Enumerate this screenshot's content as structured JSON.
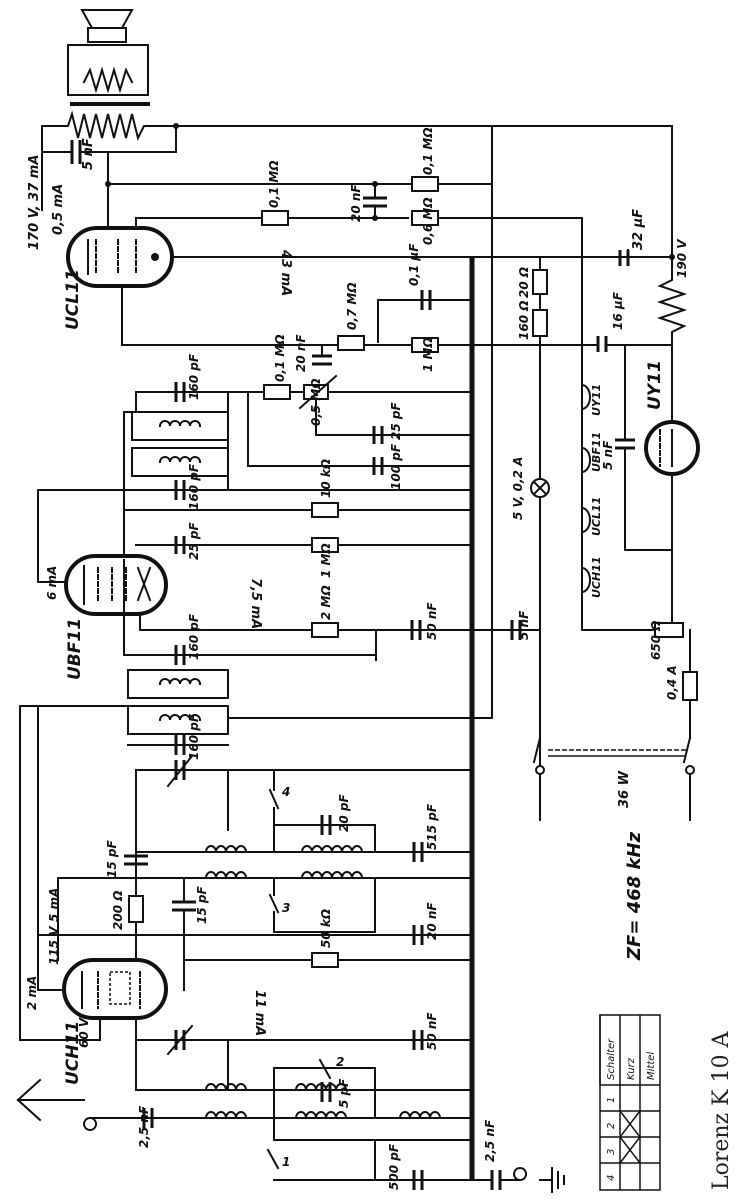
{
  "caption": "Lorenz K 10 A",
  "if_frequency": "ZF= 468 kHz",
  "power_rating": "36 W",
  "tubes": {
    "ucl11": "UCL11",
    "ubf11": "UBF11",
    "uch11": "UCH11",
    "uy11": "UY11"
  },
  "currents": {
    "ucl11_anode": "43 mA",
    "ubf11_anode": "7,5 mA",
    "uch11_anode": "11 mA",
    "ucl11_screen": "170 V, 37 mA",
    "ucl11_grid": "0,5 mA",
    "ubf11_screen": "6 mA",
    "uch11_osc": "2 mA",
    "uch11_screen_v": "115 V",
    "uch11_screen_i": "5 mA",
    "uch11_cathode": "60 V",
    "supply": "190 V",
    "pilot_lamp": "5 V, 0,2 A"
  },
  "heater_chain": [
    "UCH11",
    "UBF11",
    "UCL11",
    "UY11"
  ],
  "components": {
    "c_out": "5 nF",
    "r_01a": "0,1 MΩ",
    "c_20a": "20 nF",
    "r_01b": "0,1 MΩ",
    "r_06": "0,6 MΩ",
    "c_32": "32 µF",
    "r_20": "20 Ω",
    "r_160": "160 Ω",
    "c_01": "0,1 µF",
    "r_07": "0,7 MΩ",
    "c_20b": "20 nF",
    "r_1a": "1 MΩ",
    "c_16": "16 µF",
    "c_160a": "160 pF",
    "r_01c": "0,1 MΩ",
    "pot_05": "0,5 MΩ",
    "c_25a": "25 pF",
    "c_100": "100 pF",
    "c_160b": "160 pF",
    "r_10k": "10 kΩ",
    "c_5n": "5 nF",
    "c_25b": "25 pF",
    "r_1b": "1 MΩ",
    "r_2": "2 MΩ",
    "c_50a": "50 nF",
    "c_5nb": "5 nF",
    "c_160c": "160 pF",
    "r_650": "650 Ω",
    "fuse": "0,4 A",
    "c_160d": "160 pF",
    "c_20p": "20 pF",
    "c_515": "515 pF",
    "c_15a": "15 pF",
    "r_200": "200 Ω",
    "c_15b": "15 pF",
    "c_20n": "20 nF",
    "r_50k": "50 kΩ",
    "c_50b": "50 nF",
    "c_5p": "5 pF",
    "c_25n_ant": "2,5 nF",
    "c_500": "500 pF",
    "c_25n_gnd": "2,5 nF"
  },
  "switch_labels": [
    "1",
    "2",
    "3",
    "4"
  ],
  "switch_table": {
    "header": [
      "Schalter",
      "1",
      "2",
      "3",
      "4"
    ],
    "rows": [
      {
        "label": "Kurz",
        "closed": [
          false,
          true,
          true,
          false
        ]
      },
      {
        "label": "Mittel",
        "closed": [
          false,
          false,
          false,
          false
        ]
      }
    ]
  }
}
